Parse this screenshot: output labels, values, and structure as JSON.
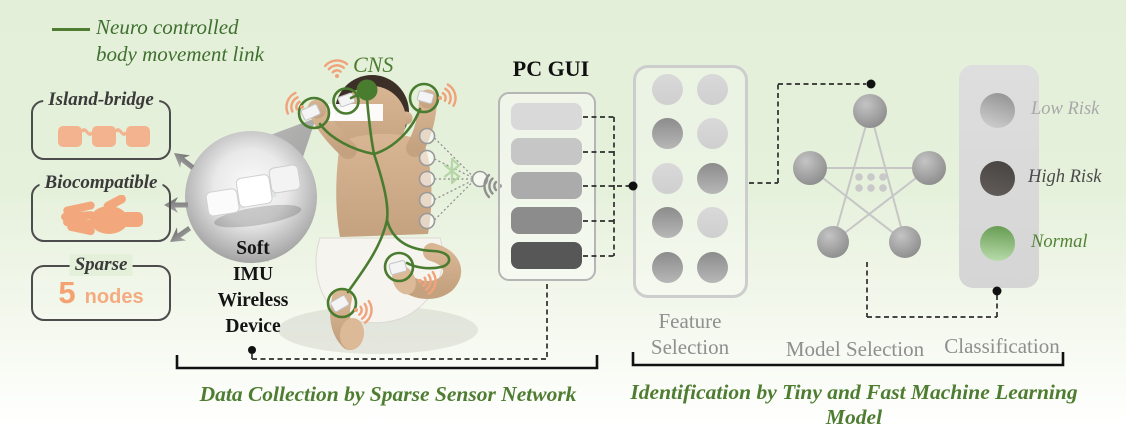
{
  "legend": {
    "line1": "Neuro controlled",
    "line2": "body movement link"
  },
  "baby": {
    "cns_label": "CNS",
    "privacy_bar": "eye-cover",
    "sensor_count": 5
  },
  "feature_boxes": {
    "island": {
      "label": "Island-bridge",
      "icon": "island-bridge-icon"
    },
    "biocompatible": {
      "label": "Biocompatible",
      "icon": "hand-icon"
    },
    "sparse": {
      "label": "Sparse",
      "count": "5",
      "unit": "nodes"
    }
  },
  "device": {
    "lines": [
      "Soft",
      "IMU",
      "Wireless",
      "Device"
    ]
  },
  "pc_gui": {
    "title": "PC GUI",
    "bar_colors": [
      "#d9d9d9",
      "#c6c6c6",
      "#ababab",
      "#8c8c8c",
      "#575757"
    ]
  },
  "feature_selection": {
    "label_line1": "Feature",
    "label_line2": "Selection",
    "grid": [
      [
        "light",
        "light"
      ],
      [
        "dark",
        "light"
      ],
      [
        "light",
        "dark"
      ],
      [
        "dark",
        "light"
      ],
      [
        "dark",
        "dark"
      ]
    ]
  },
  "model_selection": {
    "label": "Model Selection",
    "node_count": 5
  },
  "classification": {
    "label": "Classification",
    "items": [
      {
        "label": "Low Risk",
        "color": "#a8a8a8"
      },
      {
        "label": "High Risk",
        "color": "#4a4a4a"
      },
      {
        "label": "Normal",
        "color": "#538235"
      }
    ]
  },
  "captions": {
    "left": "Data Collection by Sparse Sensor Network",
    "right": "Identification by Tiny and Fast Machine Learning Model"
  },
  "icons": {
    "wifi": "wifi-signal-icon",
    "bluetooth": "bluetooth-icon",
    "arrow": "arrow-icon",
    "island_bridge": "island-bridge-icon",
    "hand": "hand-icon"
  },
  "colors": {
    "accent_green": "#4e7d32",
    "orange": "#f2a87c",
    "gray_label": "#8f8f8f",
    "background_top": "#e3efd9",
    "background_bottom": "#ffffff"
  }
}
